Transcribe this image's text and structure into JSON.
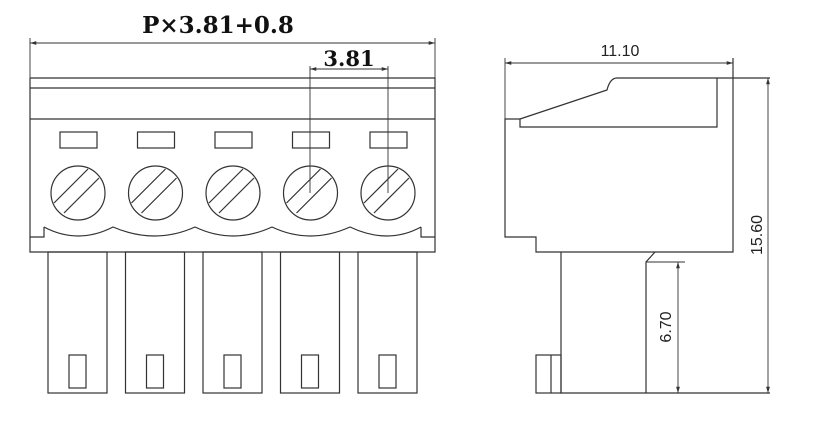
{
  "front_view": {
    "overall_width_label": "P×3.81+0.8",
    "pitch_label": "3.81",
    "pole_count": 5
  },
  "side_view": {
    "depth_label": "11.10",
    "height_label": "15.60",
    "pin_length_label": "6.70"
  },
  "colors": {
    "line": "#333333",
    "background": "#ffffff"
  }
}
